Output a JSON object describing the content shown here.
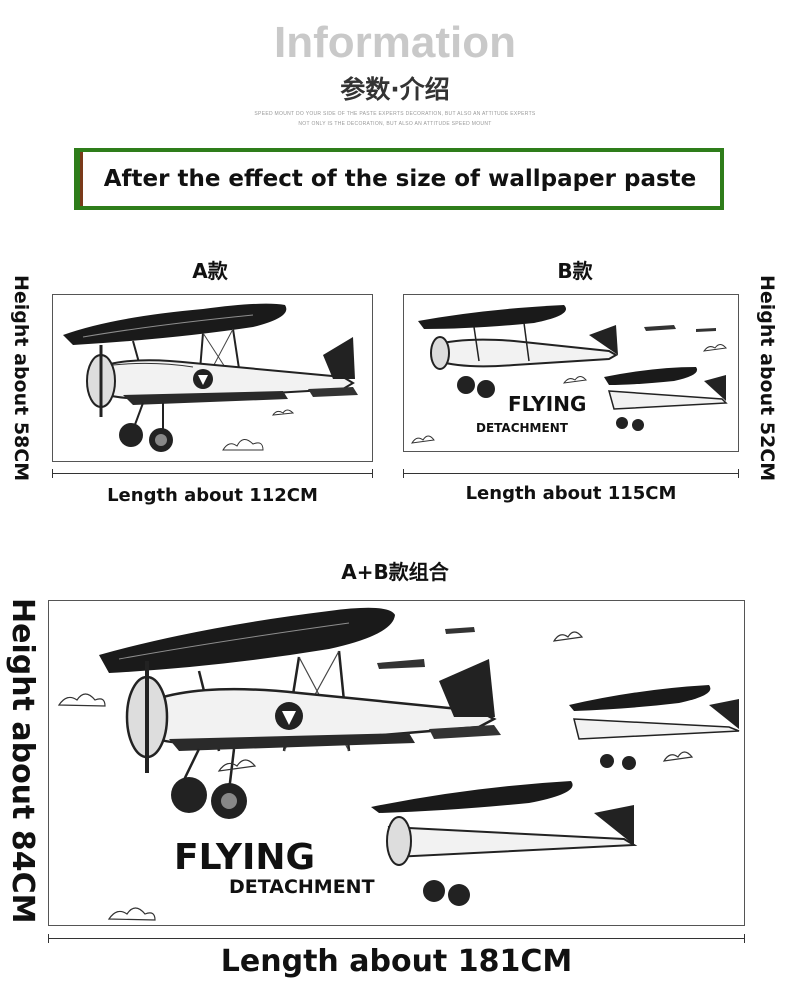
{
  "header": {
    "title": "Information",
    "subtitle": "参数·介绍",
    "tiny_line_1": "SPEED MOUNT DO YOUR SIDE OF THE PASTE EXPERTS DECORATION, BUT ALSO AN ATTITUDE EXPERTS",
    "tiny_line_2": "NOT ONLY IS THE DECORATION, BUT ALSO AN ATTITUDE SPEED MOUNT"
  },
  "banner": {
    "text": "After the effect of the size of wallpaper paste"
  },
  "variant_a": {
    "label": "A款",
    "height_text": "Height about 58CM",
    "length_text": "Length about 112CM"
  },
  "variant_b": {
    "label": "B款",
    "height_text": "Height about 52CM",
    "length_text": "Length about 115CM",
    "art_line_1": "FLYING",
    "art_line_2": "DETACHMENT"
  },
  "combo": {
    "label": "A+B款组合",
    "height_text": "Height about 84CM",
    "length_text": "Length about 181CM",
    "art_line_1": "FLYING",
    "art_line_2": "DETACHMENT"
  },
  "colors": {
    "banner_border": "#2e7d1a",
    "title_gray": "#c9c9c9",
    "ink": "#111111"
  }
}
